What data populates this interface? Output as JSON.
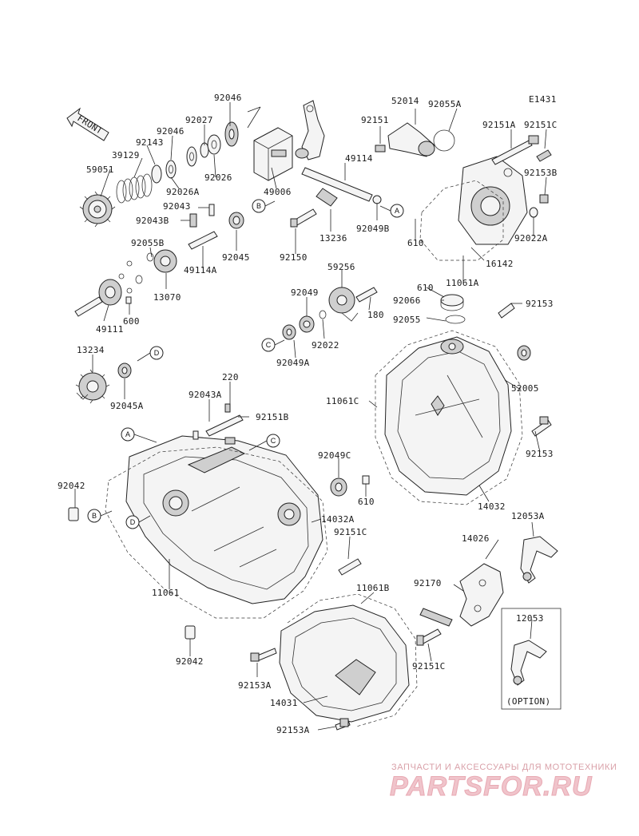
{
  "diagram_code": "E1431",
  "front_label": "FRONT",
  "option_label": "(OPTION)",
  "watermark": {
    "top_text": "ЗАПЧАСТИ И АКСЕССУАРЫ ДЛЯ МОТОТЕХНИКИ",
    "brand_text": "PARTSFOR.RU"
  },
  "callouts": [
    {
      "id": "92046_top",
      "text": "92046"
    },
    {
      "id": "52014",
      "text": "52014"
    },
    {
      "id": "92055A",
      "text": "92055A"
    },
    {
      "id": "92027",
      "text": "92027"
    },
    {
      "id": "92151",
      "text": "92151"
    },
    {
      "id": "92151A",
      "text": "92151A"
    },
    {
      "id": "92151C_top",
      "text": "92151C"
    },
    {
      "id": "92046_mid",
      "text": "92046"
    },
    {
      "id": "92143",
      "text": "92143"
    },
    {
      "id": "39129",
      "text": "39129"
    },
    {
      "id": "49114",
      "text": "49114"
    },
    {
      "id": "59051",
      "text": "59051"
    },
    {
      "id": "92026",
      "text": "92026"
    },
    {
      "id": "92153B",
      "text": "92153B"
    },
    {
      "id": "92026A",
      "text": "92026A"
    },
    {
      "id": "49006",
      "text": "49006"
    },
    {
      "id": "92043",
      "text": "92043"
    },
    {
      "id": "92043B",
      "text": "92043B"
    },
    {
      "id": "92049B",
      "text": "92049B"
    },
    {
      "id": "13236",
      "text": "13236"
    },
    {
      "id": "610_a",
      "text": "610"
    },
    {
      "id": "92022A",
      "text": "92022A"
    },
    {
      "id": "92055B",
      "text": "92055B"
    },
    {
      "id": "92045",
      "text": "92045"
    },
    {
      "id": "92150",
      "text": "92150"
    },
    {
      "id": "16142",
      "text": "16142"
    },
    {
      "id": "49114A",
      "text": "49114A"
    },
    {
      "id": "59256",
      "text": "59256"
    },
    {
      "id": "11061A",
      "text": "11061A"
    },
    {
      "id": "13070",
      "text": "13070"
    },
    {
      "id": "610_b",
      "text": "610"
    },
    {
      "id": "92049",
      "text": "92049"
    },
    {
      "id": "92066",
      "text": "92066"
    },
    {
      "id": "92153_a",
      "text": "92153"
    },
    {
      "id": "180",
      "text": "180"
    },
    {
      "id": "49111",
      "text": "49111"
    },
    {
      "id": "600",
      "text": "600"
    },
    {
      "id": "92055",
      "text": "92055"
    },
    {
      "id": "92022",
      "text": "92022"
    },
    {
      "id": "13234",
      "text": "13234"
    },
    {
      "id": "92049A",
      "text": "92049A"
    },
    {
      "id": "52005",
      "text": "52005"
    },
    {
      "id": "92045A",
      "text": "92045A"
    },
    {
      "id": "220",
      "text": "220"
    },
    {
      "id": "92043A",
      "text": "92043A"
    },
    {
      "id": "11061C",
      "text": "11061C"
    },
    {
      "id": "92151B",
      "text": "92151B"
    },
    {
      "id": "92153_b",
      "text": "92153"
    },
    {
      "id": "92049C",
      "text": "92049C"
    },
    {
      "id": "92042_a",
      "text": "92042"
    },
    {
      "id": "610_c",
      "text": "610"
    },
    {
      "id": "14032",
      "text": "14032"
    },
    {
      "id": "12053A",
      "text": "12053A"
    },
    {
      "id": "14032A",
      "text": "14032A"
    },
    {
      "id": "14026",
      "text": "14026"
    },
    {
      "id": "92151C_mid",
      "text": "92151C"
    },
    {
      "id": "11061",
      "text": "11061"
    },
    {
      "id": "11061B",
      "text": "11061B"
    },
    {
      "id": "92170",
      "text": "92170"
    },
    {
      "id": "12053",
      "text": "12053"
    },
    {
      "id": "92042_b",
      "text": "92042"
    },
    {
      "id": "92151C_low",
      "text": "92151C"
    },
    {
      "id": "92153A_a",
      "text": "92153A"
    },
    {
      "id": "14031",
      "text": "14031"
    },
    {
      "id": "92153A_b",
      "text": "92153A"
    }
  ],
  "ref_markers": [
    {
      "id": "b_top",
      "text": "B"
    },
    {
      "id": "a_top",
      "text": "A"
    },
    {
      "id": "c_mid",
      "text": "C"
    },
    {
      "id": "d_mid",
      "text": "D"
    },
    {
      "id": "a_cover",
      "text": "A"
    },
    {
      "id": "c_cover",
      "text": "C"
    },
    {
      "id": "b_cover",
      "text": "B"
    },
    {
      "id": "d_cover",
      "text": "D"
    }
  ]
}
